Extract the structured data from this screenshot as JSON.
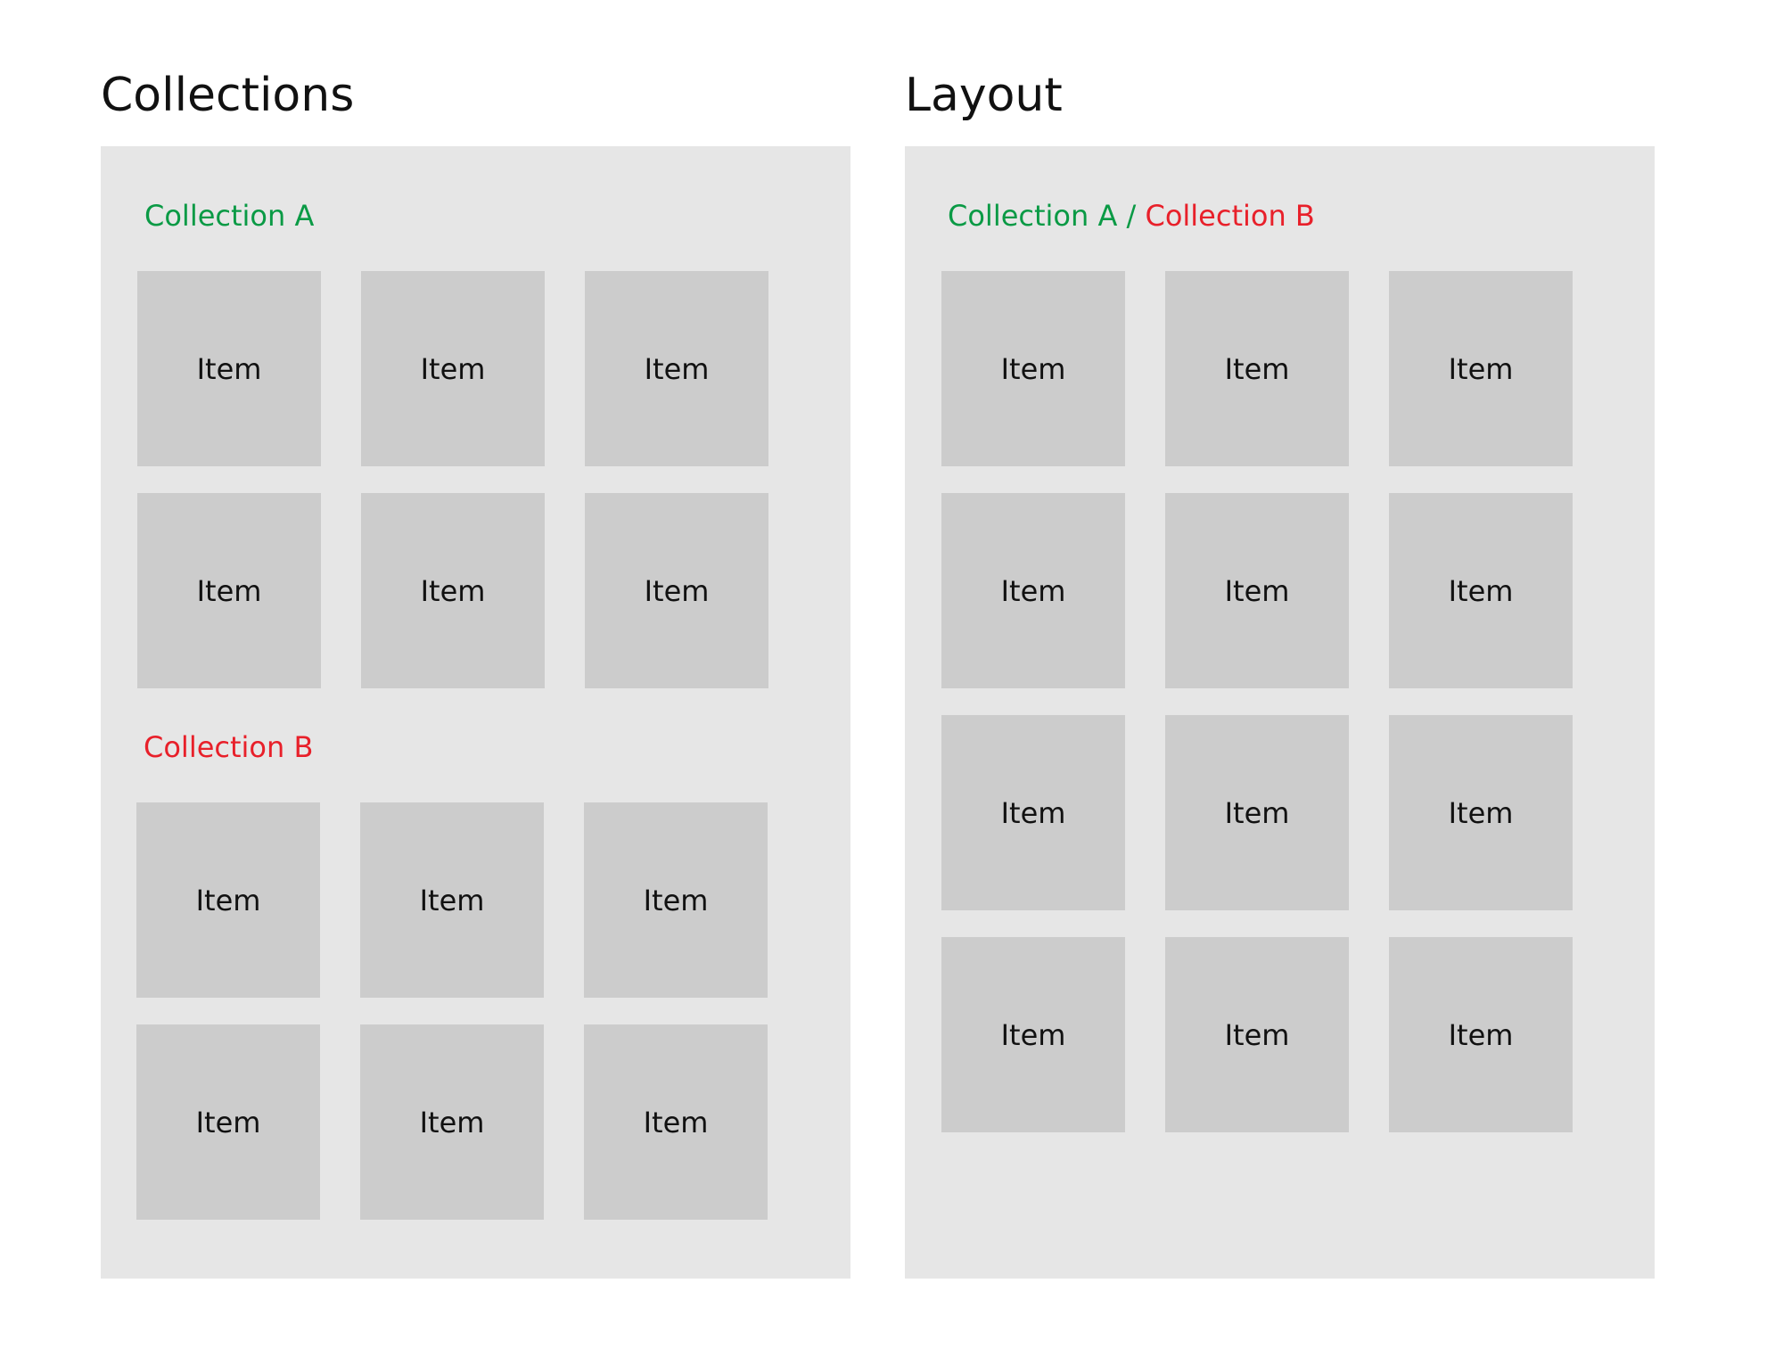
{
  "collections_panel": {
    "title": "Collections",
    "collection_a": {
      "label": "Collection A",
      "color": "#0a9a45",
      "items": [
        "Item",
        "Item",
        "Item",
        "Item",
        "Item",
        "Item"
      ]
    },
    "collection_b": {
      "label": "Collection B",
      "color": "#e8202a",
      "items": [
        "Item",
        "Item",
        "Item",
        "Item",
        "Item",
        "Item"
      ]
    }
  },
  "layout_panel": {
    "title": "Layout",
    "label_a": "Collection A",
    "separator": " / ",
    "label_b": "Collection B",
    "items": [
      "Item",
      "Item",
      "Item",
      "Item",
      "Item",
      "Item",
      "Item",
      "Item",
      "Item",
      "Item",
      "Item",
      "Item"
    ]
  }
}
